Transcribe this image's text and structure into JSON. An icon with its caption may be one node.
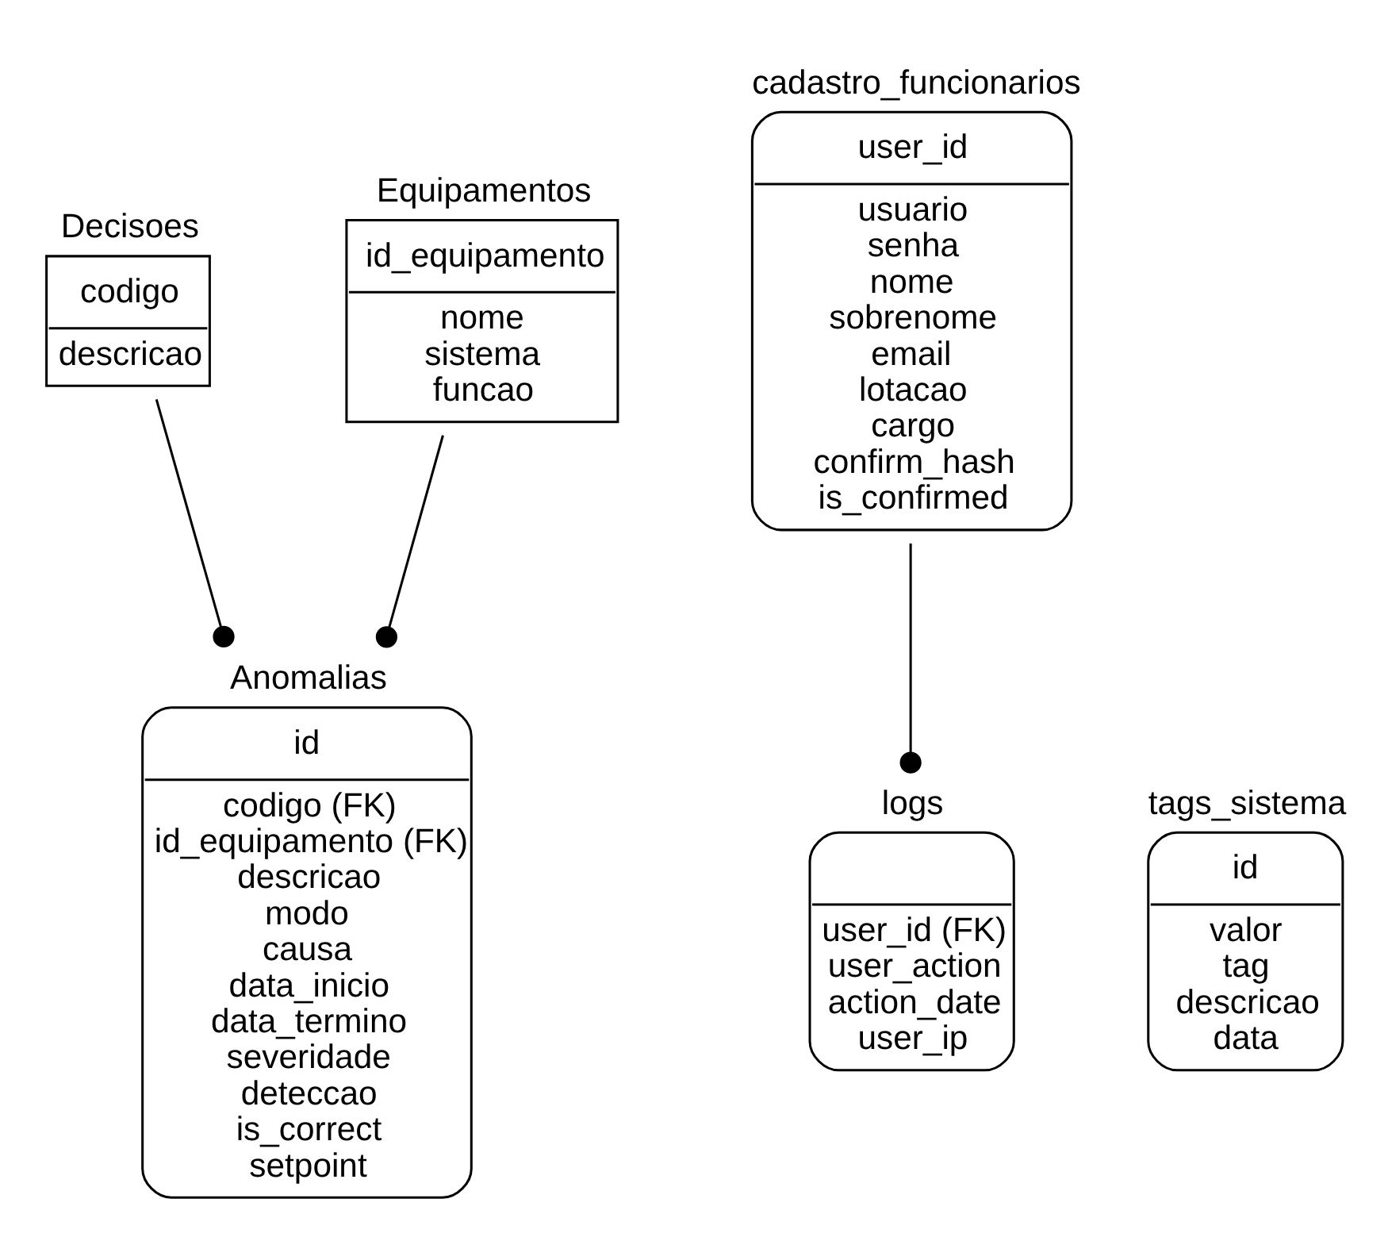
{
  "diagram": {
    "nodes": [
      {
        "text": [
          "Decisoes",
          "codigo",
          "descricao"
        ]
      },
      {
        "text": [
          "Equipamentos",
          "id_equipamento",
          "nome",
          "sistema",
          "funcao"
        ]
      },
      {
        "text": [
          "cadastro_funcionarios",
          "user_id",
          "usuario",
          "senha",
          "nome",
          "sobrenome",
          "email",
          "lotacao",
          "cargo",
          "confirm_hash",
          "is_confirmed"
        ]
      },
      {
        "text": [
          "Anomalias",
          "id",
          "codigo (FK)",
          "id_equipamento (FK)",
          "descricao",
          "modo",
          "causa",
          "data_inicio",
          "data_termino",
          "severidade",
          "deteccao",
          "is_correct",
          "setpoint"
        ]
      },
      {
        "text": [
          "tags_sistema",
          "id",
          "valor",
          "tag",
          "descricao",
          "data"
        ]
      },
      {
        "text": [
          "logs",
          "user_id (FK)",
          "user_action",
          "action_date",
          "user_ip"
        ]
      }
    ],
    "edges": [
      {
        "from": 0,
        "to": 3,
        "arrow": "other"
      },
      {
        "from": 1,
        "to": 3,
        "arrow": "other"
      },
      {
        "from": 2,
        "to": 5,
        "arrow": "other"
      }
    ]
  }
}
